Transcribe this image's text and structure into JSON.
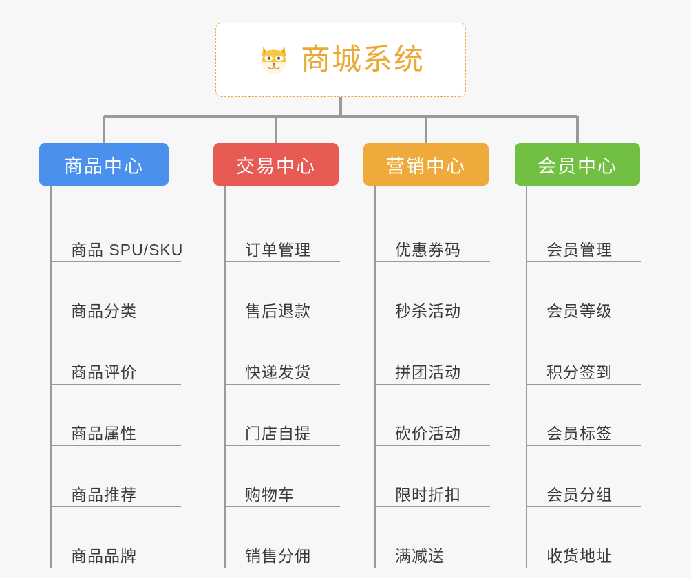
{
  "root": {
    "icon": "dog-face-emoji",
    "title": "商城系统"
  },
  "connector": {
    "color": "#9a9a9a"
  },
  "branches": [
    {
      "label": "商品中心",
      "color": "#4a90ed",
      "items": [
        "商品 SPU/SKU",
        "商品分类",
        "商品评价",
        "商品属性",
        "商品推荐",
        "商品品牌"
      ]
    },
    {
      "label": "交易中心",
      "color": "#e85b55",
      "items": [
        "订单管理",
        "售后退款",
        "快递发货",
        "门店自提",
        "购物车",
        "销售分佣"
      ]
    },
    {
      "label": "营销中心",
      "color": "#eeab3c",
      "items": [
        "优惠券码",
        "秒杀活动",
        "拼团活动",
        "砍价活动",
        "限时折扣",
        "满减送"
      ]
    },
    {
      "label": "会员中心",
      "color": "#72c043",
      "items": [
        "会员管理",
        "会员等级",
        "积分签到",
        "会员标签",
        "会员分组",
        "收货地址"
      ]
    }
  ]
}
